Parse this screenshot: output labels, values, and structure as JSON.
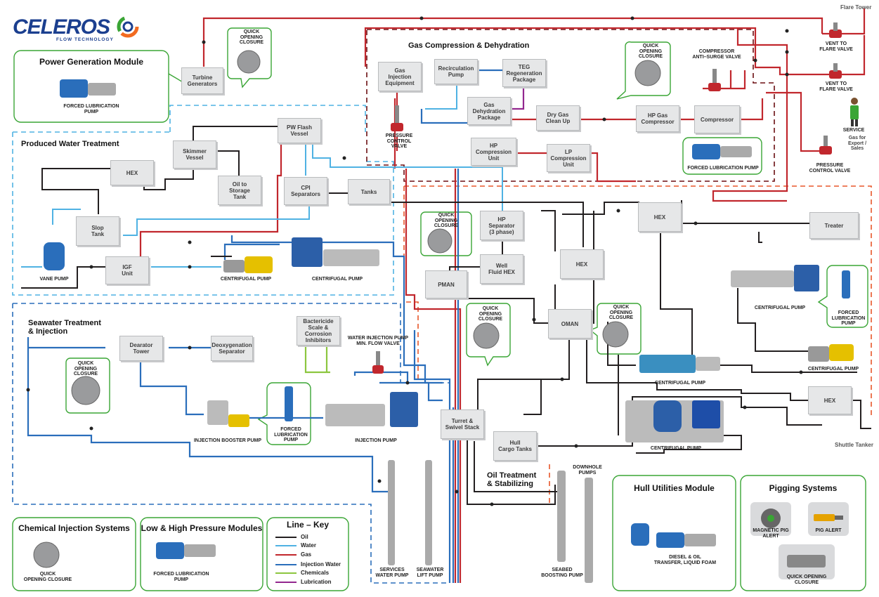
{
  "brand": {
    "name": "CELEROS",
    "tagline": "FLOW TECHNOLOGY",
    "colors": {
      "primary": "#1b3f8f",
      "swirl_orange": "#f26b21",
      "swirl_green": "#3aa535"
    }
  },
  "line_key": {
    "title": "Line – Key",
    "items": [
      {
        "label": "Oil",
        "color": "#231f20"
      },
      {
        "label": "Water",
        "color": "#4fb2e3"
      },
      {
        "label": "Gas",
        "color": "#c1272d"
      },
      {
        "label": "Injection Water",
        "color": "#2a6ebb"
      },
      {
        "label": "Chemicals",
        "color": "#8cc63f"
      },
      {
        "label": "Lubrication",
        "color": "#93278f"
      }
    ]
  },
  "sections": {
    "power_generation": "Power Generation Module",
    "produced_water": "Produced Water Treatment",
    "gas_compression": "Gas Compression & Dehydration",
    "seawater": "Seawater Treatment\n& Injection",
    "oil_treatment": "Oil Treatment\n& Stabilizing",
    "hull_utilities": "Hull Utilities Module",
    "pigging": "Pigging Systems",
    "chemical_injection": "Chemical Injection Systems",
    "low_high_pressure": "Low & High Pressure Modules"
  },
  "process_boxes": {
    "turbine_generators": "Turbine\nGenerators",
    "gas_injection_equipment": "Gas\nInjection\nEquipment",
    "recirculation_pump": "Recirculation\nPump",
    "teg_regeneration": "TEG\nRegeneration\nPackage",
    "gas_dehydration": "Gas\nDehydration\nPackage",
    "dry_gas_cleanup": "Dry Gas\nClean Up",
    "hp_gas_compressor": "HP Gas\nCompressor",
    "compressor": "Compressor",
    "hp_compression_unit": "HP\nCompression\nUnit",
    "lp_compression_unit": "LP\nCompression\nUnit",
    "pw_flash_vessel": "PW Flash\nVessel",
    "skimmer_vessel": "Skimmer\nVessel",
    "hex_pw": "HEX",
    "oil_to_storage": "Oil to\nStorage\nTank",
    "cpi_separators": "CPI\nSeparators",
    "tanks": "Tanks",
    "slop_tank": "Slop\nTank",
    "igf_unit": "IGF\nUnit",
    "hp_separator": "HP\nSeparator\n(3 phase)",
    "well_fluid_hex": "Well\nFluid HEX",
    "pman": "PMAN",
    "hex_mid": "HEX",
    "oman": "OMAN",
    "hex_right": "HEX",
    "treater": "Treater",
    "hex_bottom_right": "HEX",
    "hull_cargo_tanks": "Hull\nCargo Tanks",
    "turret_swivel": "Turret &\nSwivel Stack",
    "dearator_tower": "Dearator\nTower",
    "deoxygenation_separator": "Deoxygenation\nSeparator",
    "bactericide": "Bactericide\nScale & Corrosion\nInhibitors"
  },
  "equipment_labels": {
    "forced_lubrication_pump_power": "FORCED LUBRICATION\nPUMP",
    "quick_opening_closure": "QUICK\nOPENING\nCLOSURE",
    "pressure_control_valve": "PRESSURE\nCONTROL\nVALVE",
    "compressor_anti_surge": "COMPRESSOR\nANTI–SURGE VALVE",
    "vent_to_flare_1": "VENT TO\nFLARE VALVE",
    "vent_to_flare_2": "VENT TO\nFLARE VALVE",
    "flare_tower": "Flare Tower",
    "service": "SERVICE",
    "gas_for_export": "Gas for\nExport /\nSales",
    "pressure_control_valve_right": "PRESSURE\nCONTROL VALVE",
    "forced_lubrication_pump_gas": "FORCED LUBRICATION PUMP",
    "vane_pump": "VANE PUMP",
    "centrifugal_pump_1": "CENTRIFUGAL PUMP",
    "centrifugal_pump_2": "CENTRIFUGAL PUMP",
    "centrifugal_pump_3": "CENTRIFUGAL PUMP",
    "forced_lubrication_pump_right": "FORCED\nLUBRICATION\nPUMP",
    "centrifugal_pump_4": "CENTRIFUGAL PUMP",
    "centrifugal_pump_5": "CENTRIFUGAL PUMP",
    "centrifugal_pump_6": "CENTRIFUGAL PUMP",
    "shuttle_tanker": "Shuttle Tanker",
    "water_injection_valve": "WATER INJECTION PUMP\nMIN. FLOW VALVE",
    "injection_booster_pump": "INJECTION BOOSTER PUMP",
    "forced_lubrication_pump_sw": "FORCED\nLUBRICATION\nPUMP",
    "injection_pump": "INJECTION PUMP",
    "services_water_pump": "SERVICES\nWATER PUMP",
    "seawater_lift_pump": "SEAWATER\nLIFT PUMP",
    "seabed_boosting_pump": "SEABED\nBOOSTING PUMP",
    "downhole_pumps": "DOWNHOLE\nPUMPS",
    "diesel_oil_transfer": "DIESEL & OIL\nTRANSFER, LIQUID FOAM",
    "magnetic_pig_alert": "MAGNETIC PIG\nALERT",
    "pig_alert": "PIG ALERT",
    "quick_opening_closure_pig": "QUICK OPENING\nCLOSURE",
    "quick_opening_closure_chem": "QUICK\nOPENING CLOSURE",
    "forced_lubrication_pump_lhp": "FORCED LUBRICATION\nPUMP"
  }
}
